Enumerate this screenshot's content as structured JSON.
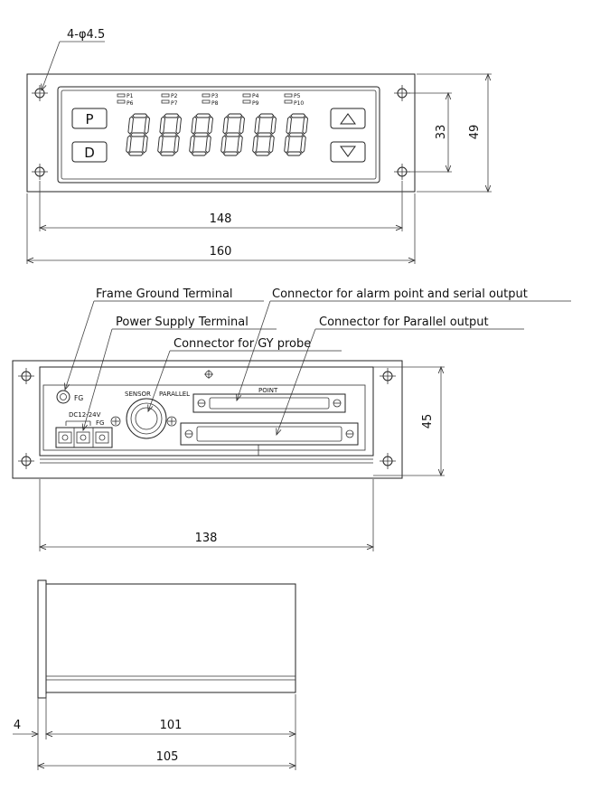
{
  "front_view": {
    "hole_spec": "4-φ4.5",
    "dim_outer_width": "160",
    "dim_hole_pitch": "148",
    "dim_outer_height": "49",
    "dim_hole_vertical": "33",
    "button_p": "P",
    "button_d": "D",
    "button_up_icon": "triangle-up",
    "button_down_icon": "triangle-down",
    "indicators_top": [
      "P1",
      "P2",
      "P3",
      "P4",
      "P5"
    ],
    "indicators_bottom": [
      "P6",
      "P7",
      "P8",
      "P9",
      "P10"
    ],
    "display_digits": 6
  },
  "rear_view": {
    "callout_frame_ground": "Frame Ground Terminal",
    "callout_power_supply": "Power Supply Terminal",
    "callout_gy_probe": "Connector for GY probe",
    "callout_alarm_serial": "Connector for alarm point and serial output",
    "callout_parallel": "Connector for Parallel output",
    "label_fg_top": "FG",
    "label_dc": "DC12-24V",
    "label_fg_bottom": "FG",
    "label_sensor": "SENSOR",
    "label_parallel": "PARALLEL",
    "label_point": "POINT",
    "dim_body_width": "138",
    "dim_height": "45"
  },
  "side_view": {
    "dim_panel": "4",
    "dim_body_depth": "101",
    "dim_total_depth": "105"
  }
}
